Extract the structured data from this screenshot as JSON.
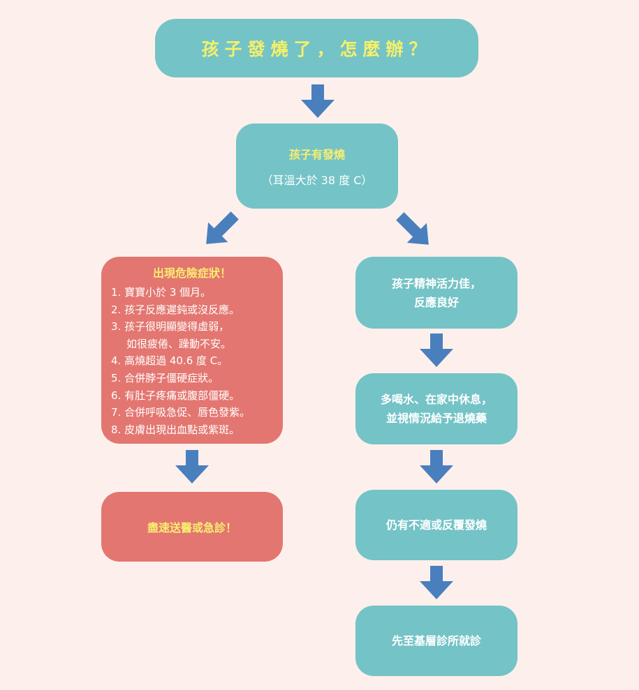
{
  "title": "孩子發燒了，怎麼辦？",
  "fever": {
    "line1": "孩子有發燒",
    "line2": "（耳溫大於 38 度 C）"
  },
  "danger": {
    "heading": "出現危險症狀！",
    "items": [
      "1. 寶寶小於 3 個月。",
      "2. 孩子反應遲鈍或沒反應。",
      "3. 孩子很明顯變得虛弱，",
      "如很疲倦、躁動不安。",
      "4. 高燒超過 40.6 度 C。",
      "5. 合併脖子僵硬症狀。",
      "6. 有肚子疼痛或腹部僵硬。",
      "7. 合併呼吸急促、唇色發紫。",
      "8. 皮膚出現出血點或紫斑。"
    ]
  },
  "hospital": "盡速送醫或急診！",
  "right_path": {
    "active_line1": "孩子精神活力佳，",
    "active_line2": "反應良好",
    "water_line1": "多喝水、在家中休息，",
    "water_line2": "並視情況給予退燒藥",
    "still": "仍有不適或反覆發燒",
    "clinic": "先至基層診所就診"
  },
  "colors": {
    "background": "#fdf0ec",
    "teal": "#74c3c7",
    "red": "#e37670",
    "arrow": "#4a7fbe",
    "highlight_text": "#f9ee70"
  }
}
